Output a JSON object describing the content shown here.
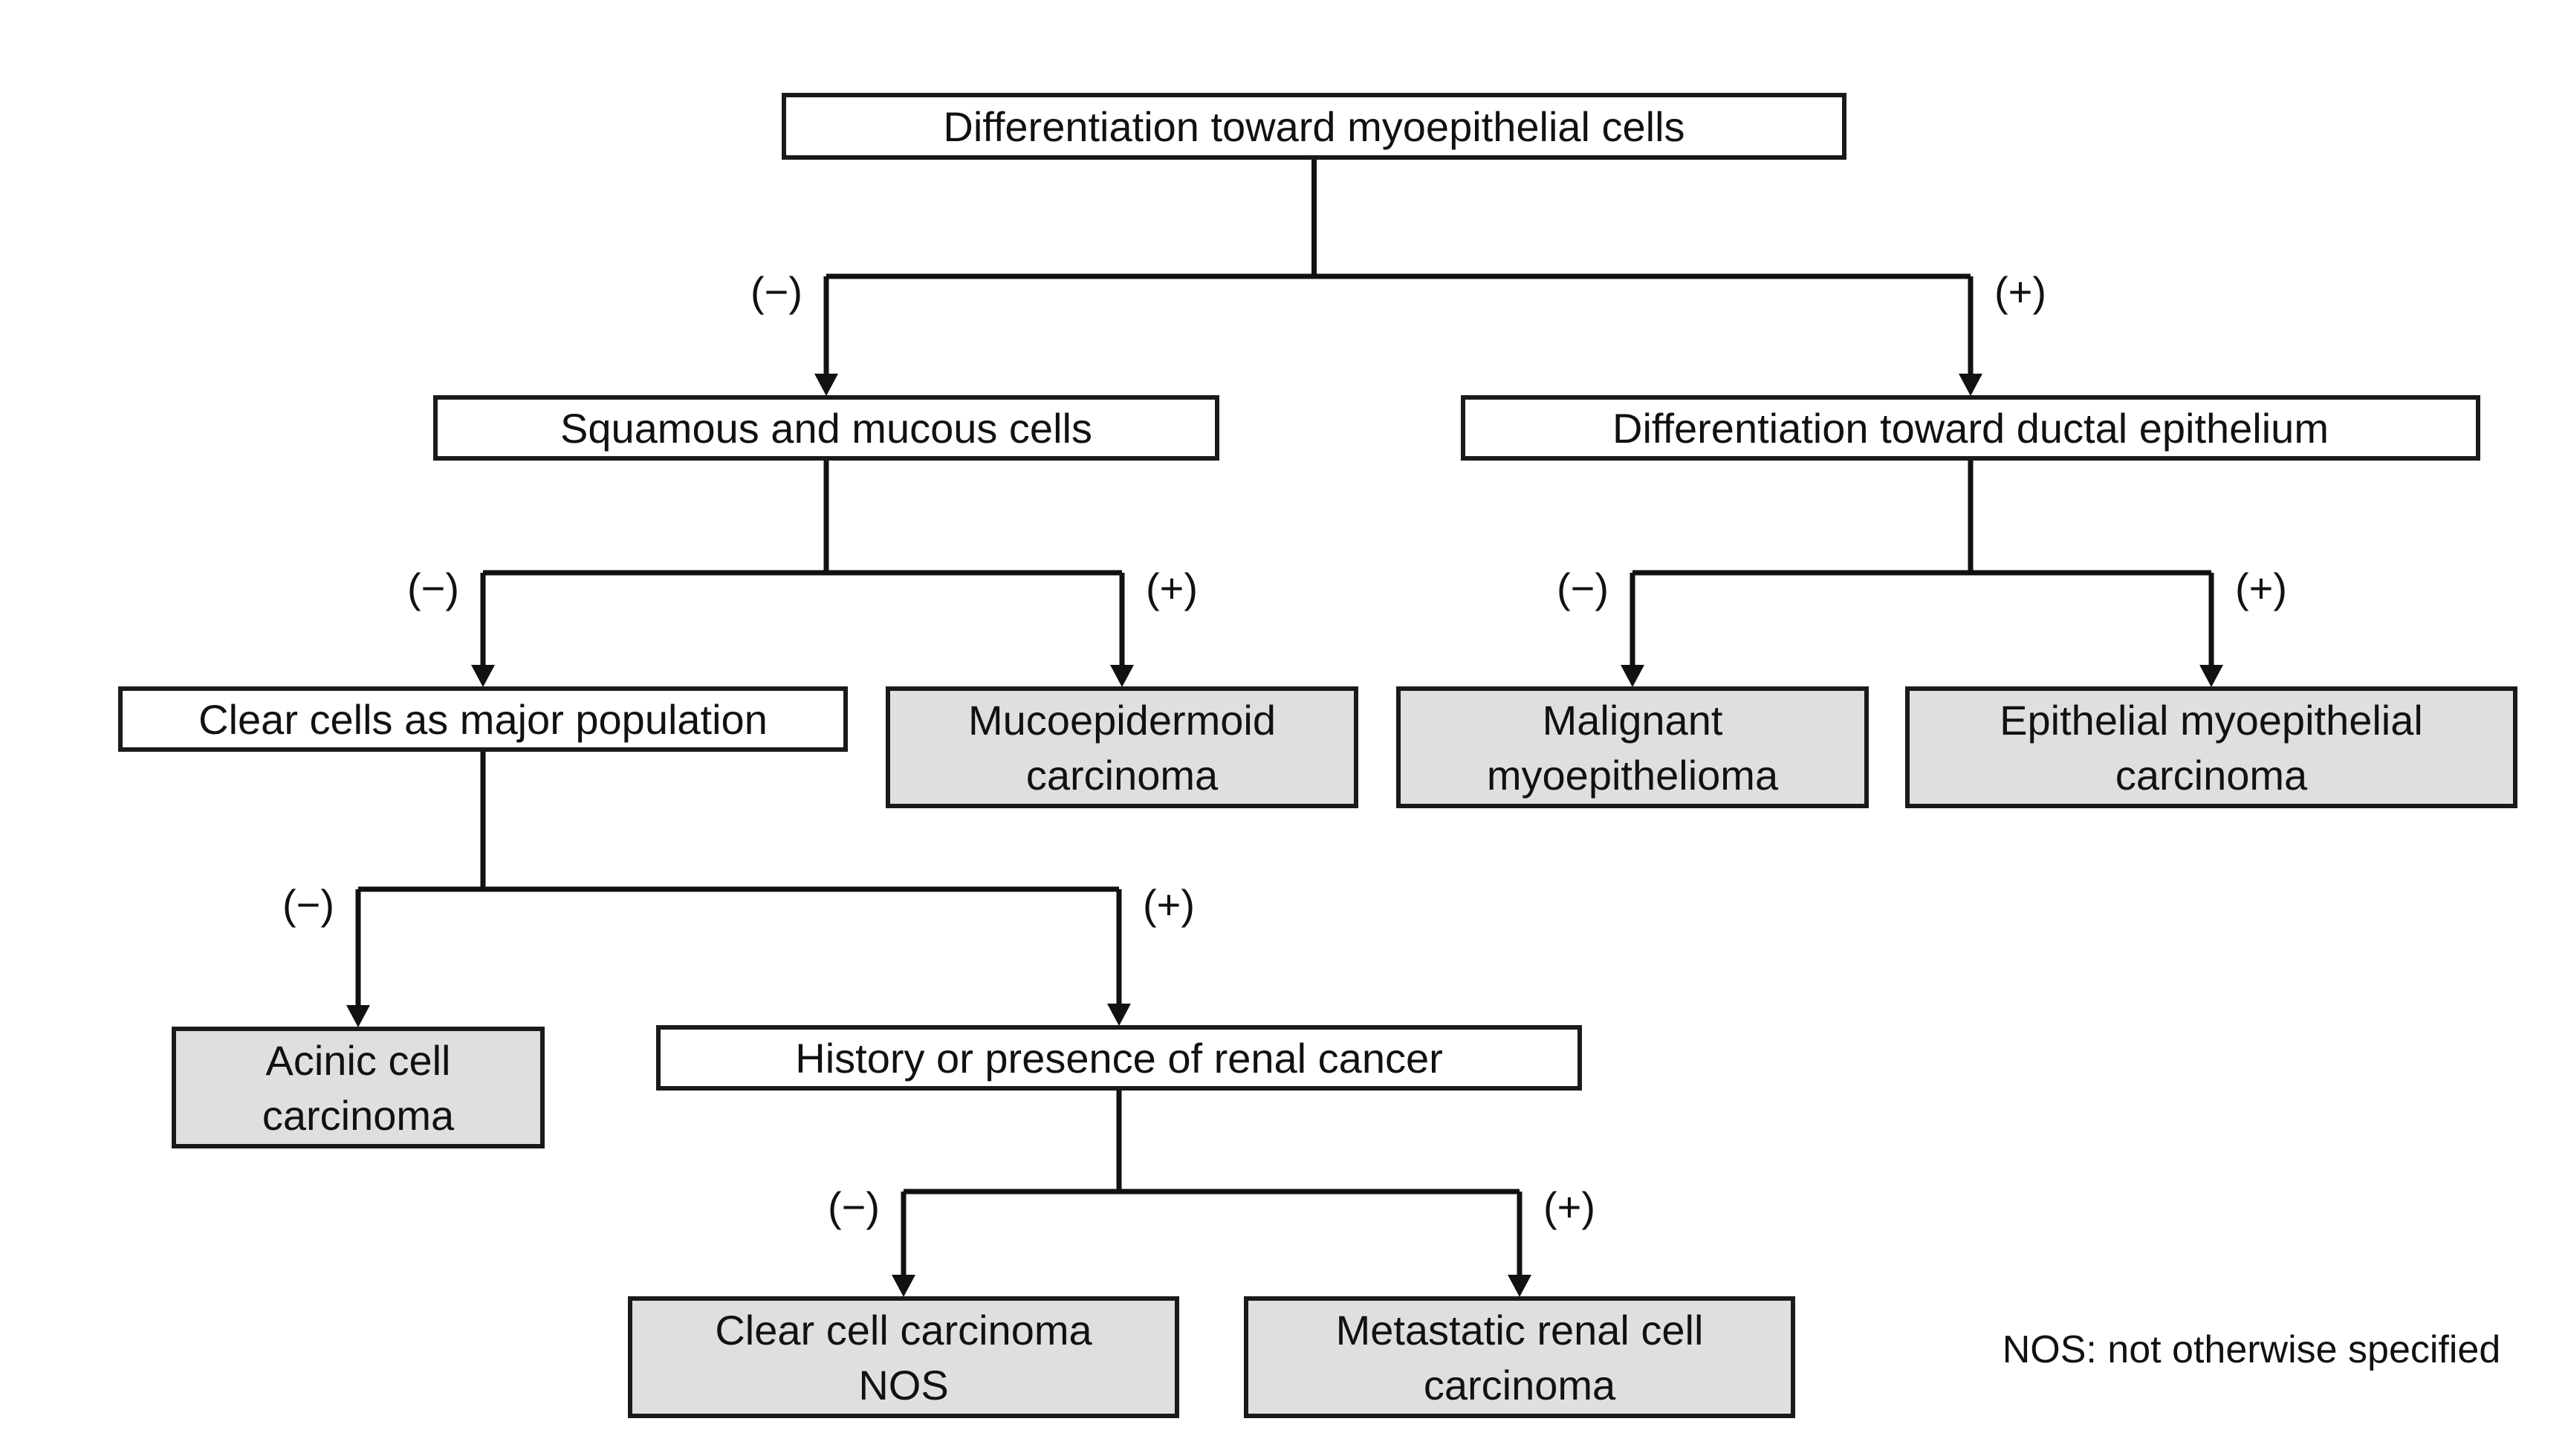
{
  "colors": {
    "decision_fill": "#ffffff",
    "result_fill": "#dedfe1",
    "line": "#111111"
  },
  "branch_labels": {
    "negative": "(−)",
    "positive": "(+)"
  },
  "nodes": [
    {
      "id": "myoepithelial",
      "kind": "decision",
      "lines": [
        "Differentiation toward myoepithelial cells"
      ]
    },
    {
      "id": "squamous",
      "kind": "decision",
      "lines": [
        "Squamous and mucous cells"
      ]
    },
    {
      "id": "ductal",
      "kind": "decision",
      "lines": [
        "Differentiation toward ductal epithelium"
      ]
    },
    {
      "id": "clearcells",
      "kind": "decision",
      "lines": [
        "Clear cells as major population"
      ]
    },
    {
      "id": "mucoepidermoid",
      "kind": "result",
      "lines": [
        "Mucoepidermoid",
        "carcinoma"
      ]
    },
    {
      "id": "malignant-myo",
      "kind": "result",
      "lines": [
        "Malignant",
        "myoepithelioma"
      ]
    },
    {
      "id": "epi-myo",
      "kind": "result",
      "lines": [
        "Epithelial myoepithelial",
        "carcinoma"
      ]
    },
    {
      "id": "acinic",
      "kind": "result",
      "lines": [
        "Acinic cell",
        "carcinoma"
      ]
    },
    {
      "id": "renal-history",
      "kind": "decision",
      "lines": [
        "History or presence of renal cancer"
      ]
    },
    {
      "id": "clear-nos",
      "kind": "result",
      "lines": [
        "Clear cell carcinoma",
        "NOS"
      ]
    },
    {
      "id": "metastatic-renal",
      "kind": "result",
      "lines": [
        "Metastatic renal cell",
        "carcinoma"
      ]
    }
  ],
  "edges": [
    {
      "from": "myoepithelial",
      "neg": "squamous",
      "pos": "ductal"
    },
    {
      "from": "squamous",
      "neg": "clearcells",
      "pos": "mucoepidermoid"
    },
    {
      "from": "ductal",
      "neg": "malignant-myo",
      "pos": "epi-myo"
    },
    {
      "from": "clearcells",
      "neg": "acinic",
      "pos": "renal-history"
    },
    {
      "from": "renal-history",
      "neg": "clear-nos",
      "pos": "metastatic-renal"
    }
  ],
  "footnote": "NOS: not otherwise specified"
}
